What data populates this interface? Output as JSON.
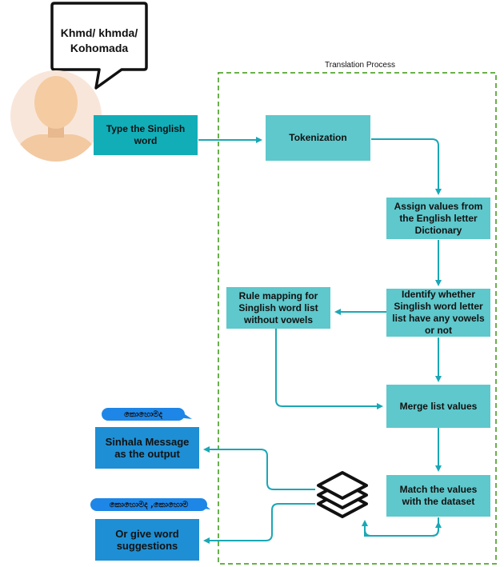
{
  "speech_bubble": {
    "line1": "Khmd/ khmda/",
    "line2": "Kohomada"
  },
  "process": {
    "label": "Translation Process"
  },
  "nodes": {
    "type_word": "Type the Singlish word",
    "tokenization": "Tokenization",
    "assign_values": "Assign values from the English letter Dictionary",
    "identify_vowels": "Identify whether Singlish word letter list have any vowels or not",
    "rule_mapping": "Rule mapping for Singlish word list without vowels",
    "merge": "Merge list values",
    "match": "Match the values with the dataset",
    "sinhala_output": "Sinhala Message as the output",
    "suggestions": "Or give word suggestions"
  },
  "chips": {
    "output_chip": "කොහොමද",
    "suggestion_chip": "කොහොමද ,කොහොම"
  },
  "colors": {
    "arrow": "#1aa7b5",
    "node_fill": "#5ec8cc",
    "input_fill": "#12aeb8",
    "output_fill": "#1e8fd4",
    "dashed_border": "#6ab04c"
  },
  "icons": {
    "user": "user-avatar-icon",
    "layers": "layers-stack-icon"
  }
}
